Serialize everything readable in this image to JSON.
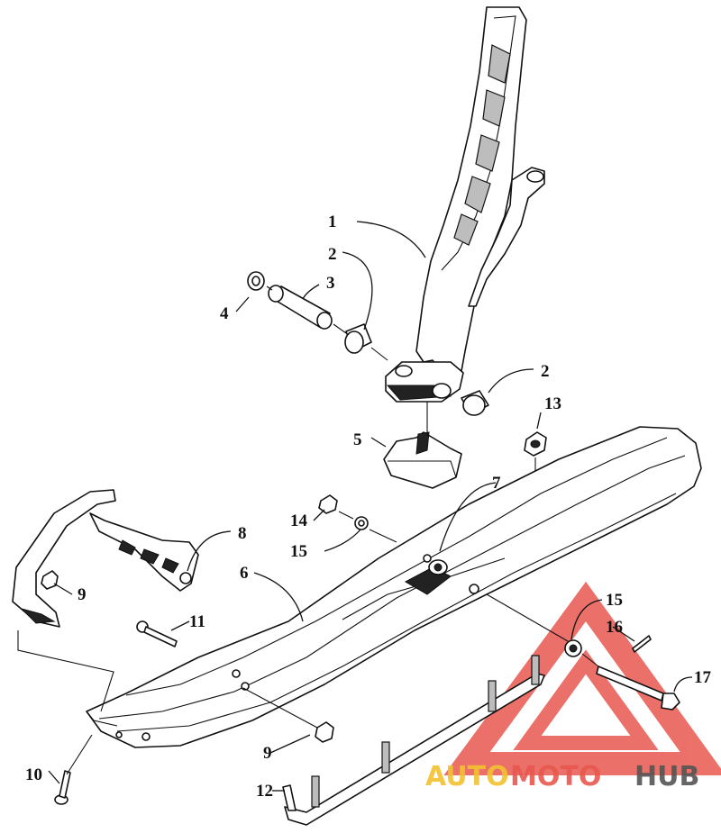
{
  "callouts": [
    {
      "id": "c1",
      "num": "1"
    },
    {
      "id": "c2a",
      "num": "2"
    },
    {
      "id": "c2b",
      "num": "2"
    },
    {
      "id": "c3",
      "num": "3"
    },
    {
      "id": "c4",
      "num": "4"
    },
    {
      "id": "c5",
      "num": "5"
    },
    {
      "id": "c6",
      "num": "6"
    },
    {
      "id": "c7",
      "num": "7"
    },
    {
      "id": "c8",
      "num": "8"
    },
    {
      "id": "c9a",
      "num": "9"
    },
    {
      "id": "c9b",
      "num": "9"
    },
    {
      "id": "c10",
      "num": "10"
    },
    {
      "id": "c11",
      "num": "11"
    },
    {
      "id": "c12",
      "num": "12"
    },
    {
      "id": "c13",
      "num": "13"
    },
    {
      "id": "c14",
      "num": "14"
    },
    {
      "id": "c15a",
      "num": "15"
    },
    {
      "id": "c15b",
      "num": "15"
    },
    {
      "id": "c16",
      "num": "16"
    },
    {
      "id": "c17",
      "num": "17"
    }
  ],
  "watermark": {
    "part1": "AUTO",
    "part2": "MOTO",
    "part3": "HUB",
    "colors": {
      "triangle": "#e8584f",
      "auto": "#f2c230",
      "moto": "#e8584f",
      "hub": "#555555"
    }
  }
}
